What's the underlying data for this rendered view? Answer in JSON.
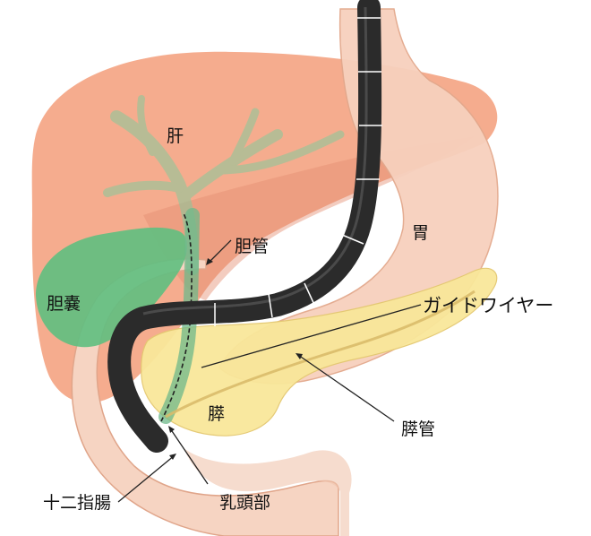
{
  "labels": {
    "liver": "肝",
    "bile_duct": "胆管",
    "gallbladder": "胆嚢",
    "stomach": "胃",
    "guidewire": "ガイドワイヤー",
    "pancreas": "膵",
    "pancreatic_duct": "膵管",
    "duodenum": "十二指腸",
    "papilla": "乳頭部"
  },
  "colors": {
    "liver": "#f4a584",
    "gallbladder": "#5fbf80",
    "bile_duct": "#6db88a",
    "stomach": "#f7d0bd",
    "pancreas": "#f9e79a",
    "duodenum": "#f6d4c2",
    "endoscope": "#2b2b2b",
    "leader_line": "#222222"
  }
}
